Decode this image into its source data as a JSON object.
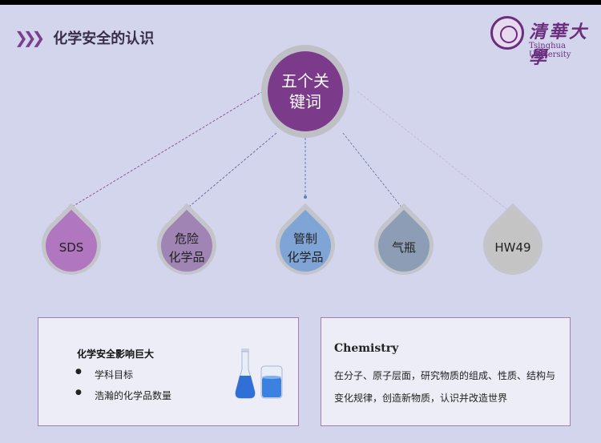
{
  "header": {
    "title": "化学安全的认识",
    "chevron": "❯❯❯"
  },
  "logo": {
    "name_cn": "清華大學",
    "name_en": "Tsinghua University"
  },
  "hub": {
    "line1": "五个关",
    "line2": "键词"
  },
  "drops": [
    {
      "label1": "SDS",
      "label2": "",
      "fill": "#b076c0"
    },
    {
      "label1": "危险",
      "label2": "化学品",
      "fill": "#9f84b4"
    },
    {
      "label1": "管制",
      "label2": "化学品",
      "fill": "#7fa4d6"
    },
    {
      "label1": "气瓶",
      "label2": "",
      "fill": "#8d9db5"
    },
    {
      "label1": "HW49",
      "label2": "",
      "fill": "#c4c4c4"
    }
  ],
  "left_box": {
    "heading": "化学安全影响巨大",
    "items": [
      "学科目标",
      "浩瀚的化学品数量"
    ]
  },
  "right_box": {
    "heading": "Chemistry",
    "text": "在分子、原子层面，研究物质的组成、性质、结构与变化规律，创造新物质，认识并改造世界"
  },
  "colors": {
    "background": "#d3d5ec",
    "accent": "#7c3b8a",
    "connector": "#8a5a9b"
  }
}
